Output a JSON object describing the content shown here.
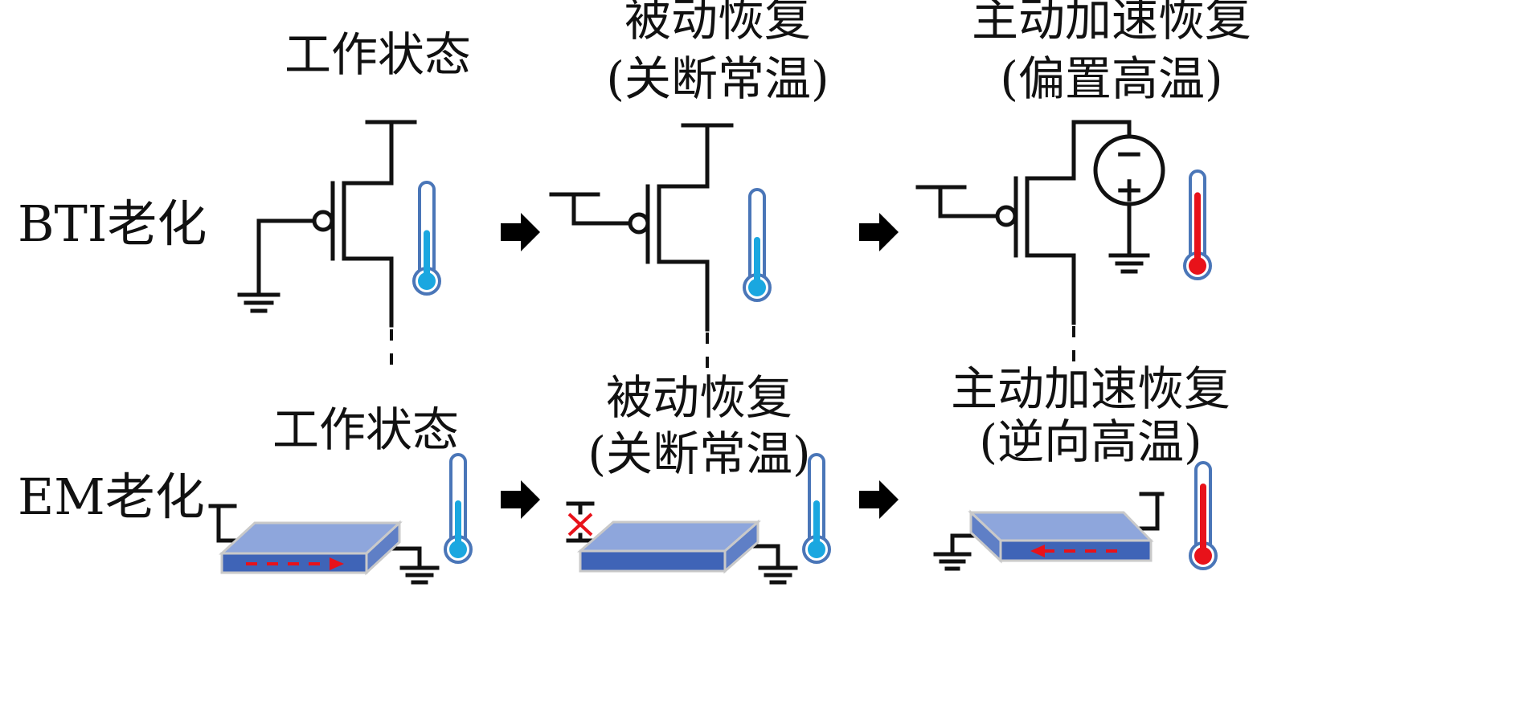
{
  "rows": {
    "bti_label": "BTI老化",
    "em_label": "EM老化"
  },
  "bti": {
    "work_title": "工作状态",
    "passive_title_1": "被动恢复",
    "passive_title_2": "(关断常温)",
    "active_title_1": "主动加速恢复",
    "active_title_2": "(偏置高温)"
  },
  "em": {
    "work_title": "工作状态",
    "passive_title_1": "被动恢复",
    "passive_title_2": "(关断常温)",
    "active_title_1": "主动加速恢复",
    "active_title_2": "(逆向高温)"
  },
  "source_symbols": {
    "minus": "−",
    "plus": "+"
  },
  "thermometers": {
    "normal": {
      "level": 0.5,
      "color": "#1aa7e0",
      "state": "常温"
    },
    "hot": {
      "level": 0.8,
      "color": "#e8121a",
      "state": "高温"
    }
  },
  "colors": {
    "wire": "#111111",
    "thermometer_outline": "#4a76b8",
    "arrow": "#000000",
    "current_arrow": "#e8121a",
    "x_mark": "#e8121a",
    "em_slab_top": "#8ea6dc",
    "em_slab_front": "#3f64b7",
    "em_slab_side": "#5f7fc6"
  },
  "icons": {
    "flow_arrow": "arrow-right-icon",
    "thermometer": "thermometer-icon",
    "ground": "ground-icon",
    "voltage_source": "voltage-source-icon",
    "broken_contact": "x-mark-icon"
  }
}
